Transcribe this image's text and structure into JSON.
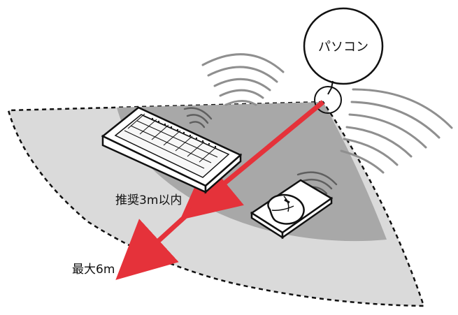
{
  "computer": {
    "label": "パソコン"
  },
  "ranges": {
    "recommended_label": "推奨3m以内",
    "max_label": "最大6m"
  },
  "colors": {
    "outer_zone": "#dadada",
    "inner_zone": "#a8a8a8",
    "arrow": "#e5323a",
    "outline": "#111111"
  },
  "devices": {
    "keyboard_icon": "keyboard-icon",
    "mouse_icon": "mouse-icon",
    "computer_icon": "computer-bubble-icon"
  }
}
